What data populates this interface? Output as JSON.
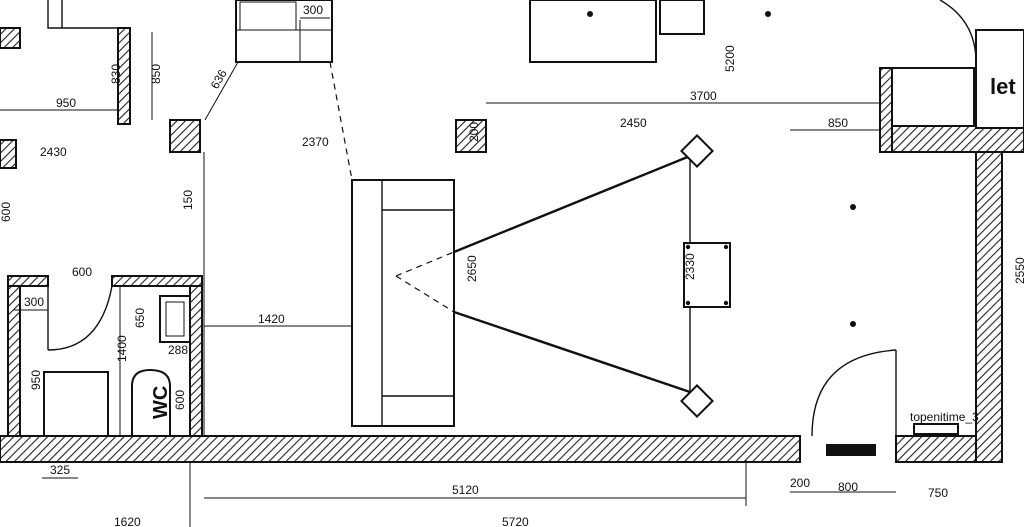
{
  "drawing": {
    "dimensions": {
      "d300_top": "300",
      "d636": "636",
      "d850_left": "850",
      "d830": "830",
      "d950": "950",
      "d5200": "5200",
      "d3700": "3700",
      "d2450": "2450",
      "d850_right": "850",
      "d2430": "2430",
      "d2370": "2370",
      "d200_vertical": "200",
      "d150": "150",
      "d600_left_edge": "600",
      "d600_bath_top": "600",
      "d300_bath": "300",
      "d1400": "1400",
      "d1420": "1420",
      "d2650": "2650",
      "d2330": "2330",
      "d600_wc": "600",
      "d325": "325",
      "d5120": "5120",
      "d200_bottom": "200",
      "d800_bottom": "800",
      "d750": "750",
      "d5720": "5720",
      "d1620": "1620",
      "d2550_edge": "2550",
      "d650_small": "650",
      "d288_small": "288",
      "d950_small": "950"
    },
    "labels": {
      "wc": "WC",
      "room_label_partial": "let",
      "radiator_label": "topenitime_3"
    }
  }
}
